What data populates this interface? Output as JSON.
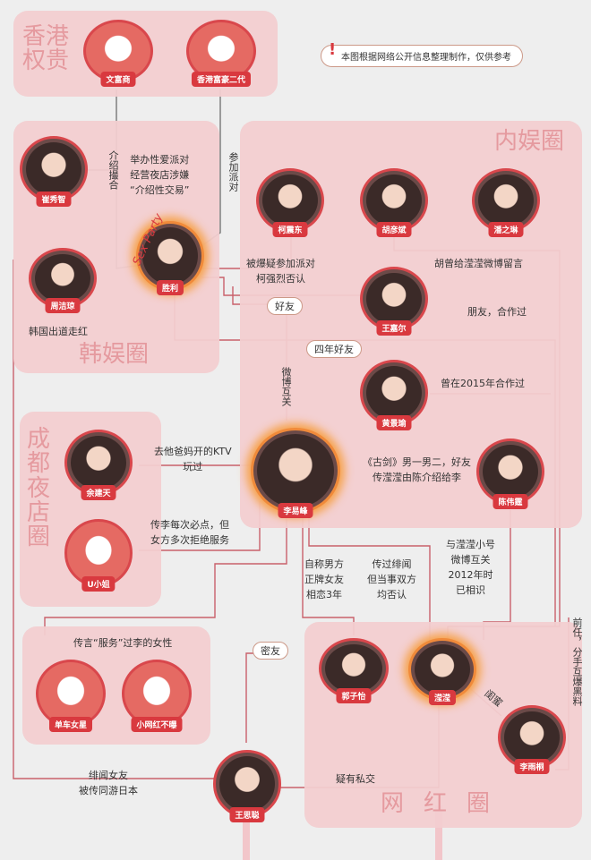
{
  "notice": "本图根据网络公开信息整理制作，仅供参考",
  "groups": {
    "hk": "香港权贵",
    "korea": "韩娱圈",
    "mainland": "内娱圈",
    "chengdu": "成都夜店圈",
    "wanghong": "网红圈"
  },
  "nodes": {
    "hk_merchant": "文富商",
    "hk_heir": "香港富豪二代",
    "choi": "崔秀智",
    "seungri": "胜利",
    "zhou": "周洁琼",
    "ke": "柯震东",
    "hu": "胡彦斌",
    "pan": "潘之琳",
    "wang_j": "王嘉尔",
    "huang": "黄景瑜",
    "chen": "陈伟霆",
    "li": "李易峰",
    "yu": "余建天",
    "u": "U小姐",
    "actress": "单车女星",
    "wh": "小网红不曝",
    "guo": "郭子怡",
    "yingying": "滢滢",
    "li_yt": "李雨桐",
    "wang_sc": "王思聪"
  },
  "labels": {
    "sexparty": "Sex Party",
    "introduce": "介绍撮合",
    "party": "举办性爱派对\n经营夜店涉嫌\n“介绍性交易”",
    "attend": "参加派对",
    "korea_debut": "韩国出道走红",
    "ke_rel": "被爆疑参加派对\n柯强烈否认",
    "hu_rel": "胡曾给滢滢微博留言",
    "friend": "好友",
    "wang_rel": "朋友，合作过",
    "four_years": "四年好友",
    "huang_rel": "曾在2015年合作过",
    "weibo": "微博互关",
    "ktv": "去他爸妈开的KTV\n玩过",
    "chen_rel": "《古剑》男一男二，好友\n传滢滢由陈介绍给李",
    "u_rel": "传李每次必点，但\n女方多次拒绝服务",
    "guo_rel": "自称男方\n正牌女友\n相恋3年",
    "ying_rel": "传过绯闻\n但当事双方\n均否认",
    "xiaohao": "与滢滢小号\n微博互关\n2012年时\n已相识",
    "service": "传言“服务”过李的女性",
    "bff": "密友",
    "rumor": "绯闻女友\n被传同游日本",
    "private": "疑有私交",
    "bestie": "闺蜜",
    "breakup": "前任，分手互爆黑料"
  }
}
